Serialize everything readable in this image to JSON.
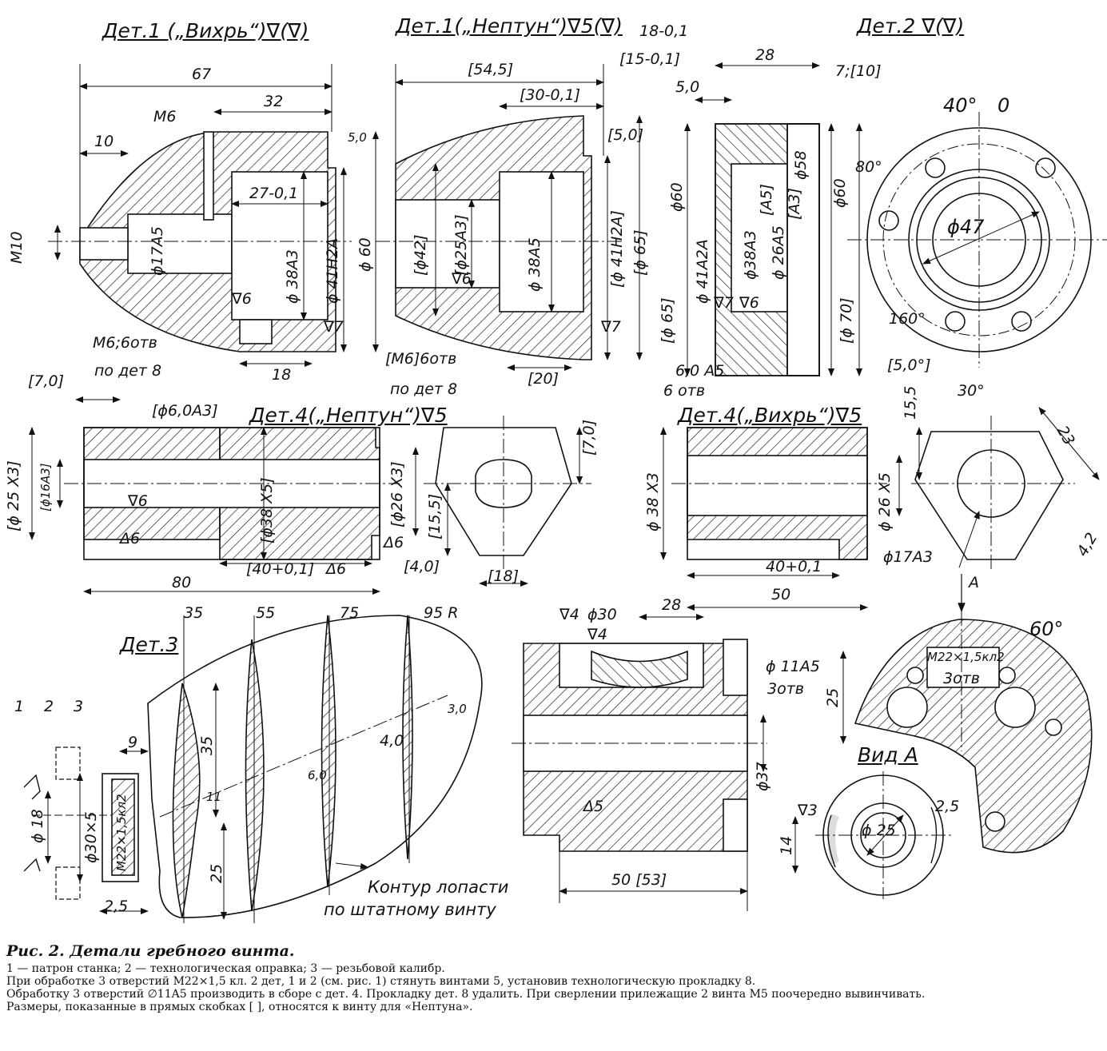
{
  "titles": {
    "det1_vikhr": "Дет.1 („Вихрь“)∇(∇)",
    "det1_neptun": "Дет.1(„Нептун“)∇5(∇)",
    "det2": "Дет.2 ∇(∇)",
    "det4_neptun": "Дет.4(„Нептун“)∇5",
    "det4_vikhr": "Дет.4(„Вихрь“)∇5",
    "det3": "Дет.3",
    "view_a": "Вид А"
  },
  "dims": {
    "d67": "67",
    "d32": "32",
    "d10": "10",
    "m6": "M6",
    "d50a": "5,0",
    "d27": "27-0,1",
    "m10": "M10",
    "phi17a5": "ϕ17A5",
    "phi38a3": "ϕ 38A3",
    "phi41h2a": "ϕ 41H2A",
    "phi60": "ϕ 60",
    "t6a": "∇6",
    "t7a": "∇7",
    "m6hole": "M6;6отв",
    "po_det8a": "по дет 8",
    "d18": "18",
    "d545": "[54,5]",
    "d30": "[30-0,1]",
    "d50b": "[5,0]",
    "phi42": "[ϕ42]",
    "phi25a3": "[ϕ25A3]",
    "phi38a5": "ϕ 38A5",
    "phi41h2a_b": "[ϕ 41H2A]",
    "phi65": "[ϕ 65]",
    "t6b": "∇6",
    "t7b": "∇7",
    "m6hole2": "[M6]6отв",
    "po_det8b": "по дет 8",
    "d20": "[20]",
    "d18_01": "18-0,1",
    "d15_01": "[15-0,1]",
    "d28a": "28",
    "d7_10": "7;[10]",
    "d50c": "5,0",
    "phi60b": "ϕ60",
    "phi41a2a": "ϕ 41A2A",
    "phi65b": "[ϕ 65]",
    "phi38a3b": "ϕ38A3",
    "a5": "[A5]",
    "phi26a5": "ϕ 26A5",
    "a3": "[A3]",
    "phi58": "ϕ58",
    "phi60c": "ϕ60",
    "phi70": "[ϕ 70]",
    "t7c": "∇7",
    "t6c": "∇6",
    "d60a5": "6,0 A5",
    "otv6": "6 отв",
    "d50d": "[5,0°]",
    "a40": "40°",
    "zero": "0",
    "a80": "80°",
    "phi47": "ϕ47",
    "a160": "160°",
    "d70": "[7,0]",
    "phi6a3": "[ϕ6,0A3]",
    "phi25x3": "[ϕ 25 X3]",
    "phi16a3": "[ϕ16A3]",
    "t6d": "∇6",
    "t6e": "Δ6",
    "phi38x5": "[ϕ38 X5]",
    "phi26x3": "[ϕ26 X3]",
    "d40": "[40+0,1]",
    "t6f": "Δ6",
    "t6g": "Δ6",
    "d40b": "[4,0]",
    "d80": "80",
    "d70b": "[7,0]",
    "d155": "[15,5]",
    "d18b": "[18]",
    "d155b": "15,5",
    "phi38x3": "ϕ 38 X3",
    "phi26x5": "ϕ 26 X5",
    "d40c": "40+0,1",
    "d50e": "50",
    "a30": "30°",
    "d23": "23",
    "d42": "4,2",
    "phi17a3": "ϕ17A3",
    "arrowA": "A",
    "r35": "35",
    "r55": "55",
    "r75": "75",
    "r95": "95 R",
    "d35": "35",
    "d25": "25",
    "d11": "11",
    "d60b": "6,0",
    "d40d": "4,0",
    "d30b": "3,0",
    "kontur1": "Контур лопасти",
    "kontur2": "по штатному винту",
    "n1": "1",
    "n2": "2",
    "n3": "3",
    "d9": "9",
    "phi18": "ϕ 18",
    "phi30x5": "ϕ30×5",
    "m22kl2": "M22×1,5кл2",
    "d25b": "2,5",
    "t4": "∇4",
    "phi30b": "ϕ30",
    "d28b": "28",
    "t4b": "∇4",
    "phi11a5": "ϕ 11A5",
    "otv3": "3отв",
    "phi37": "ϕ37",
    "t5": "Δ5",
    "d5053": "50 [53]",
    "a60": "60°",
    "m22kl2b": "M22×1,5кл2",
    "otv3b": "3отв",
    "d25c": "25",
    "t3": "∇3",
    "d14": "14",
    "phi25b": "ϕ 25",
    "d25d": "2,5"
  },
  "caption": {
    "title": "Рис. 2. Детали гребного винта.",
    "lines": [
      "1 — патрон станка; 2 — технологическая оправка; 3 — резьбовой калибр.",
      "При обработке 3 отверстий M22×1,5 кл. 2 дет, 1 и 2 (см. рис. 1) стянуть винтами 5, установив технологическую прокладку 8.",
      "Обработку 3 отверстий ∅11A5 производить в сборе с дет. 4. Прокладку дет. 8 удалить. При сверлении прилежащие 2 винта M5 поочередно вывинчивать.",
      "Размеры, показанные в прямых скобках [ ], относятся к винту для «Нептуна»."
    ]
  }
}
